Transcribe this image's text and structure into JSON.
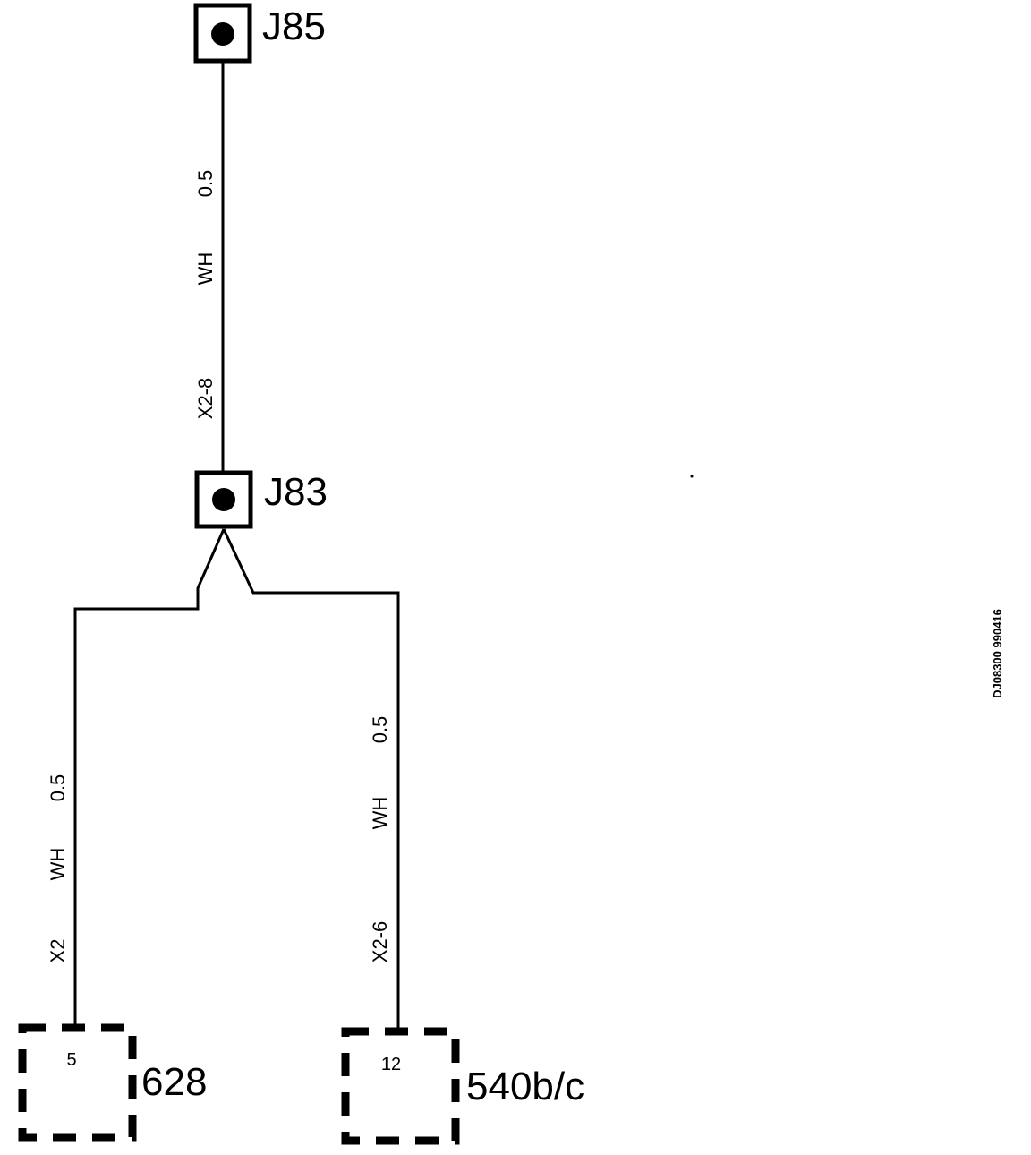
{
  "junctions": [
    {
      "id": "j85",
      "label": "J85"
    },
    {
      "id": "j83",
      "label": "J83"
    }
  ],
  "wires": [
    {
      "id": "w1",
      "size": "0.5",
      "color": "WH",
      "circuit": "X2-8"
    },
    {
      "id": "w2",
      "size": "0.5",
      "color": "WH",
      "circuit": "X2"
    },
    {
      "id": "w3",
      "size": "0.5",
      "color": "WH",
      "circuit": "X2-6"
    }
  ],
  "connectors": [
    {
      "id": "c628",
      "pin": "5",
      "label": "628"
    },
    {
      "id": "c540",
      "pin": "12",
      "label": "540b/c"
    }
  ],
  "reference": "DJ08300 990416",
  "colors": {
    "line": "#000000",
    "background": "#ffffff"
  }
}
